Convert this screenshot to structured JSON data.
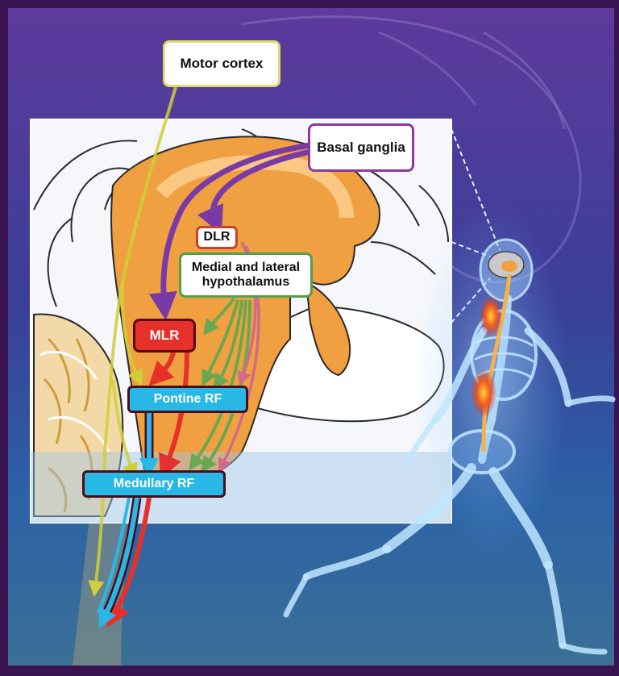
{
  "labels": {
    "motor_cortex": "Motor cortex",
    "basal_ganglia": "Basal ganglia",
    "dlr": "DLR",
    "hypothalamus": "Medial and lateral\nhypothalamus",
    "mlr": "MLR",
    "pontine_rf": "Pontine RF",
    "medullary_rf": "Medullary RF"
  },
  "colors": {
    "background_top": "#5a3c9a",
    "background_bottom": "#1f5fa3",
    "brain_orange": "#f0a040",
    "motor_pathway": "#c8c83a",
    "basal_pathway": "#7a3aa5",
    "mlr_red": "#e5312a",
    "hypothalamus_green": "#6aa84f",
    "dlr_pink": "#d06a8a",
    "reticular_cyan": "#29b8e6"
  },
  "icons": {
    "figure": "running-skeleton-icon"
  }
}
